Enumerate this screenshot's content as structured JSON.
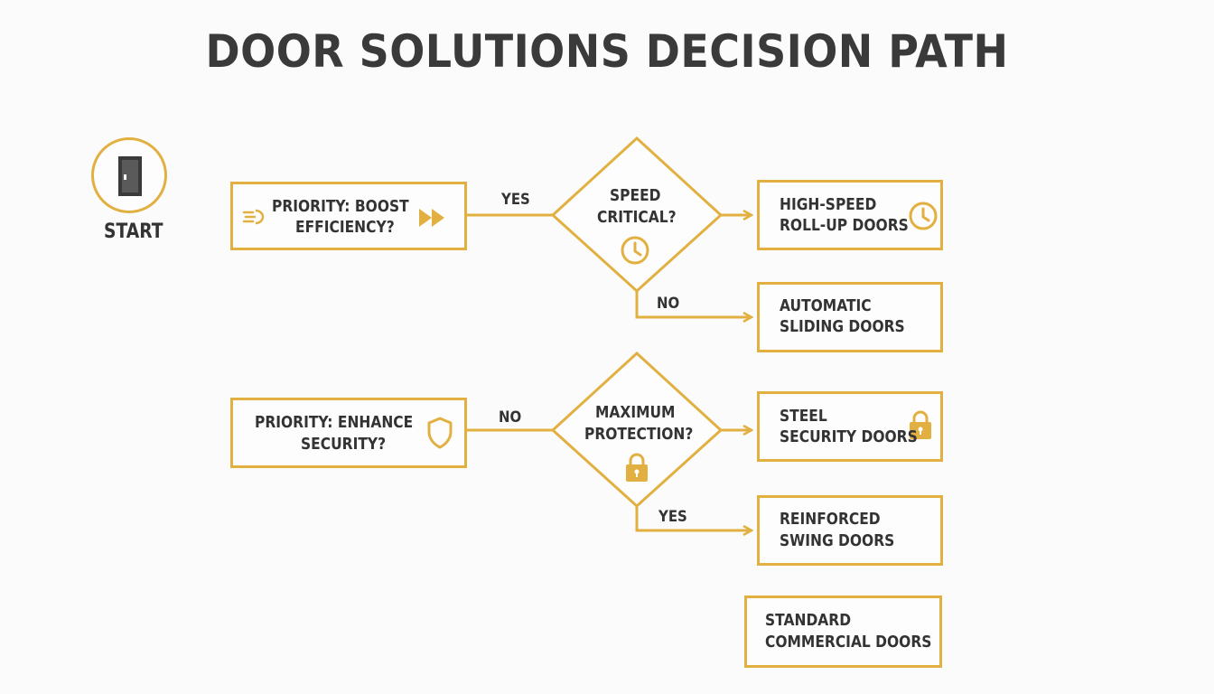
{
  "title": "DOOR SOLUTIONS DECISION PATH",
  "colors": {
    "accent": "#e2b040",
    "text": "#333333",
    "background": "#fbfbfb"
  },
  "start": {
    "label": "START",
    "icon": "door-icon"
  },
  "decisions": {
    "efficiency": {
      "line1": "PRIORITY: BOOST",
      "line2": "EFFICIENCY?",
      "icons": [
        "lines-arrow-icon",
        "fast-forward-icon"
      ]
    },
    "security": {
      "line1": "PRIORITY: ENHANCE",
      "line2": "SECURITY?",
      "icon": "shield-icon"
    },
    "speed": {
      "line1": "SPEED",
      "line2": "CRITICAL?",
      "icon": "clock-icon"
    },
    "protection": {
      "line1": "MAXIMUM",
      "line2": "PROTECTION?",
      "icon": "lock-icon"
    }
  },
  "edges": {
    "efficiency_to_speed": "YES",
    "speed_no": "NO",
    "security_to_protection": "NO",
    "protection_yes": "YES"
  },
  "outcomes": {
    "highspeed": {
      "line1": "HIGH-SPEED",
      "line2": "ROLL-UP DOORS",
      "icon": "clock-icon"
    },
    "sliding": {
      "line1": "AUTOMATIC",
      "line2": "SLIDING DOORS"
    },
    "steel": {
      "line1": "STEEL",
      "line2": "SECURITY DOORS",
      "icon": "lock-icon"
    },
    "reinforced": {
      "line1": "REINFORCED",
      "line2": "SWING DOORS"
    },
    "standard": {
      "line1": "STANDARD",
      "line2": "COMMERCIAL DOORS"
    }
  }
}
